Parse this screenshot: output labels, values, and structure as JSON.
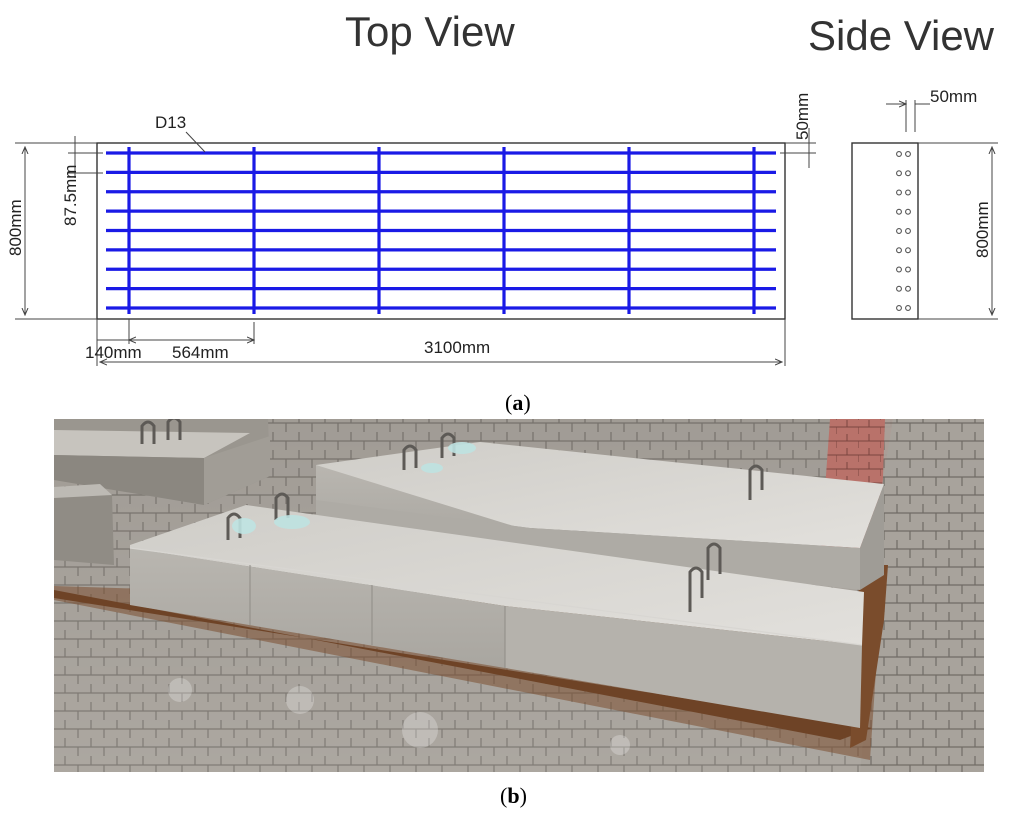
{
  "top_view": {
    "title": "Top View",
    "bar_label": "D13",
    "dim_height": "800mm",
    "dim_spacing": "87.5mm",
    "dim_edge": "50mm",
    "dim_first_offset": "140mm",
    "dim_bar_spacing": "564mm",
    "dim_length": "3100mm",
    "longitudinal_bar_count": 9,
    "transverse_bar_count": 6
  },
  "side_view": {
    "title": "Side View",
    "dim_cover": "50mm",
    "dim_height": "800mm",
    "hole_rows": 9
  },
  "captions": {
    "a_open": "(",
    "a_letter": "a",
    "a_close": ")",
    "b_open": "(",
    "b_letter": "b",
    "b_close": ")"
  },
  "colors": {
    "rebar": "#1a1ae6",
    "outline": "#333333"
  }
}
